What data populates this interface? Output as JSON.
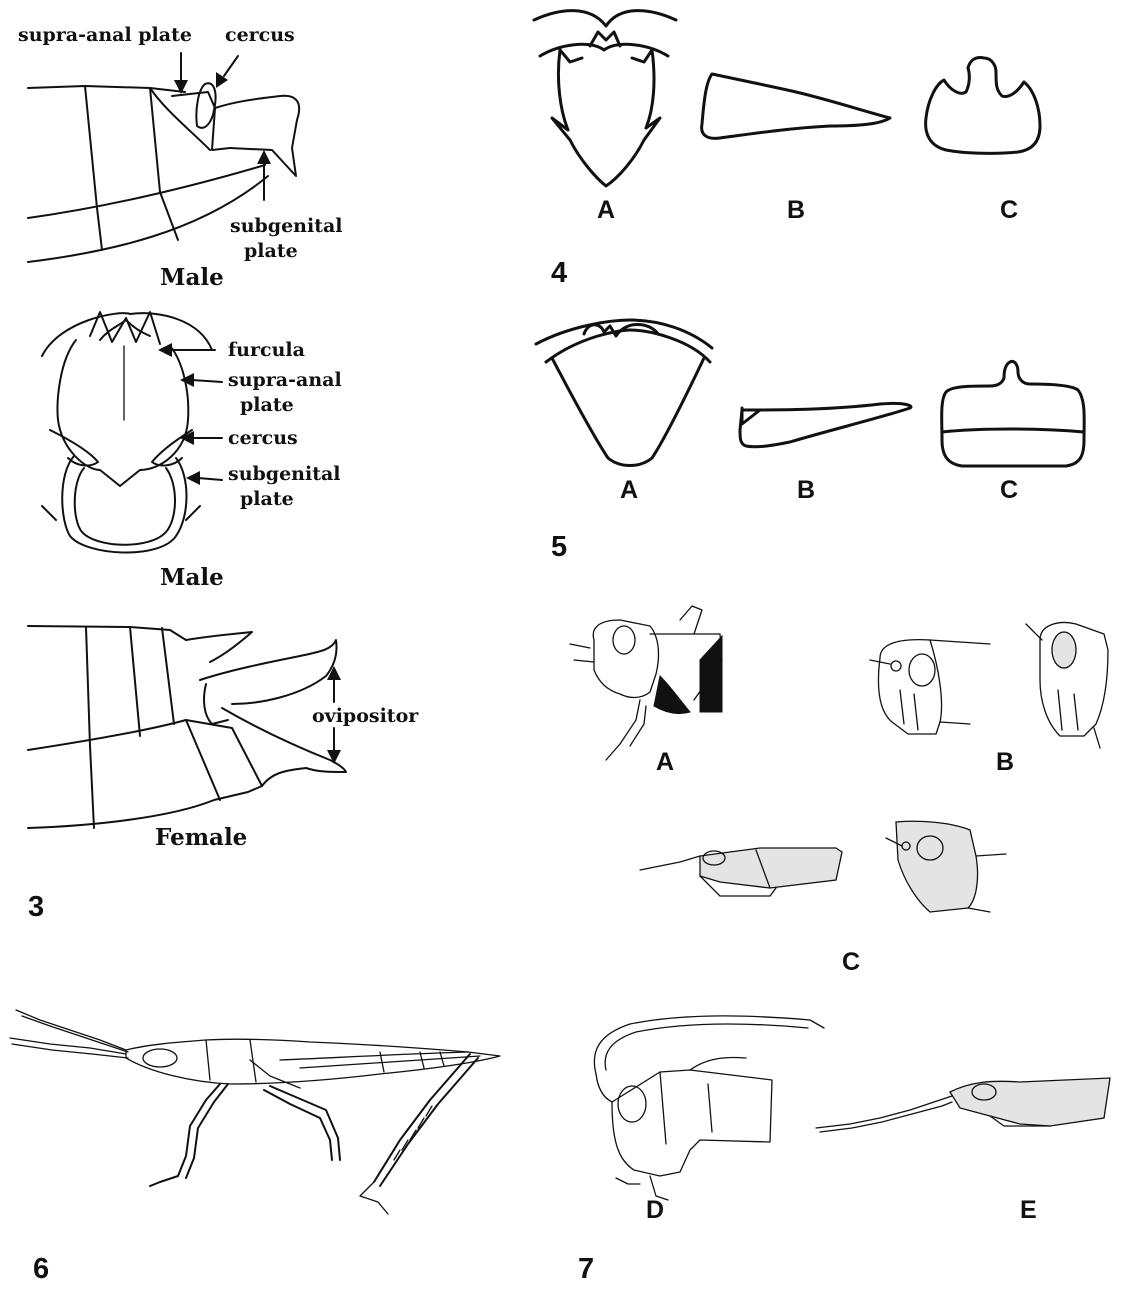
{
  "figure_3": {
    "number": "3",
    "male_lateral": {
      "caption": "Male",
      "labels": {
        "supra_anal_plate": "supra-anal plate",
        "cercus": "cercus",
        "subgenital_plate_1": "subgenital",
        "subgenital_plate_2": "plate"
      }
    },
    "male_dorsal": {
      "caption": "Male",
      "labels": {
        "furcula": "furcula",
        "supra_anal_1": "supra-anal",
        "supra_anal_2": "plate",
        "cercus": "cercus",
        "subgenital_1": "subgenital",
        "subgenital_2": "plate"
      }
    },
    "female_lateral": {
      "caption": "Female",
      "labels": {
        "ovipositor": "ovipositor"
      }
    }
  },
  "figure_4": {
    "number": "4",
    "letters": [
      "A",
      "B",
      "C"
    ]
  },
  "figure_5": {
    "number": "5",
    "letters": [
      "A",
      "B",
      "C"
    ]
  },
  "figure_6": {
    "number": "6"
  },
  "figure_7": {
    "number": "7",
    "letters": {
      "a": "A",
      "b": "B",
      "c": "C",
      "d": "D",
      "e": "E"
    }
  }
}
